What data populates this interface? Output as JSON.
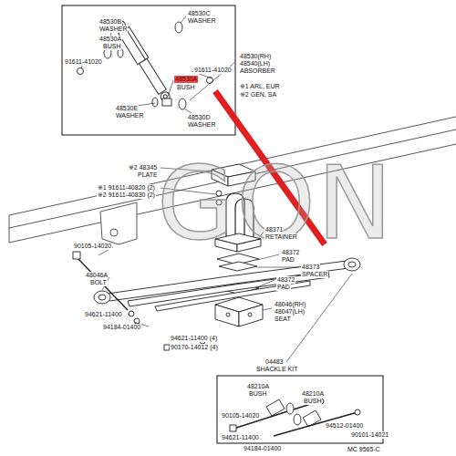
{
  "diagram": {
    "labels": [
      "48530C",
      "WASHER",
      "48530B",
      "WASHER",
      "48530A",
      "BUSH",
      "91611-41020",
      "48530A",
      "BUSH",
      "91611-41020",
      "48530(RH)",
      "48540(LH)",
      "ABSORBER",
      "※1 ARL, EUR",
      "※2 GEN, SA",
      "48530E",
      "WASHER",
      "48530D",
      "WASHER",
      "※2 48345",
      "PLATE",
      "※1 91611-40820 (2)",
      "※2 91611-40830 (2)",
      "48371",
      "RETAINER",
      "48372",
      "PAD",
      "48373",
      "SPACER",
      "48372",
      "PAD",
      "90105-14020",
      "48046A",
      "BOLT",
      "94621-11400",
      "94184-01400",
      "48046(RH)",
      "48047(LH)",
      "SEAT",
      "94621-11400 (4)",
      "90170-14012 (4)",
      "04483",
      "SHACKLE KIT",
      "48210A",
      "BUSH",
      "48210A",
      "BUSH",
      "90105-14020",
      "94512-01400",
      "90101-14021",
      "94621-11400",
      "94184-01400",
      "MC 9565-C",
      "GON"
    ]
  }
}
